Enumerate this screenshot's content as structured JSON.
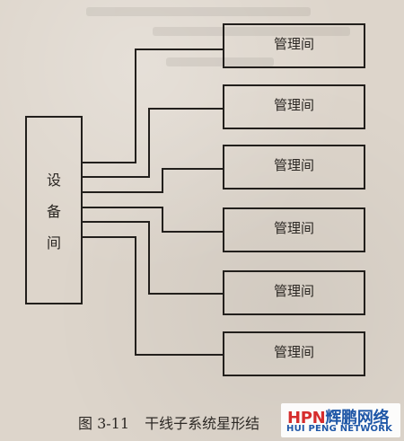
{
  "diagram": {
    "device_room_label": "设\n备\n间",
    "management_rooms": [
      "管理间",
      "管理间",
      "管理间",
      "管理间",
      "管理间",
      "管理间"
    ]
  },
  "caption": {
    "figure_number": "图 3-11",
    "title": "干线子系统星形结"
  },
  "watermark": {
    "brand_cn_prefix": "HPN",
    "brand_cn_suffix": "辉鹏网络",
    "brand_en": "HUI PENG NETWORK"
  },
  "colors": {
    "background": "#ddd5cb",
    "line": "#221f1c",
    "text": "#2b2723",
    "watermark_blue": "#1f57a7",
    "watermark_red": "#d62d2d"
  }
}
